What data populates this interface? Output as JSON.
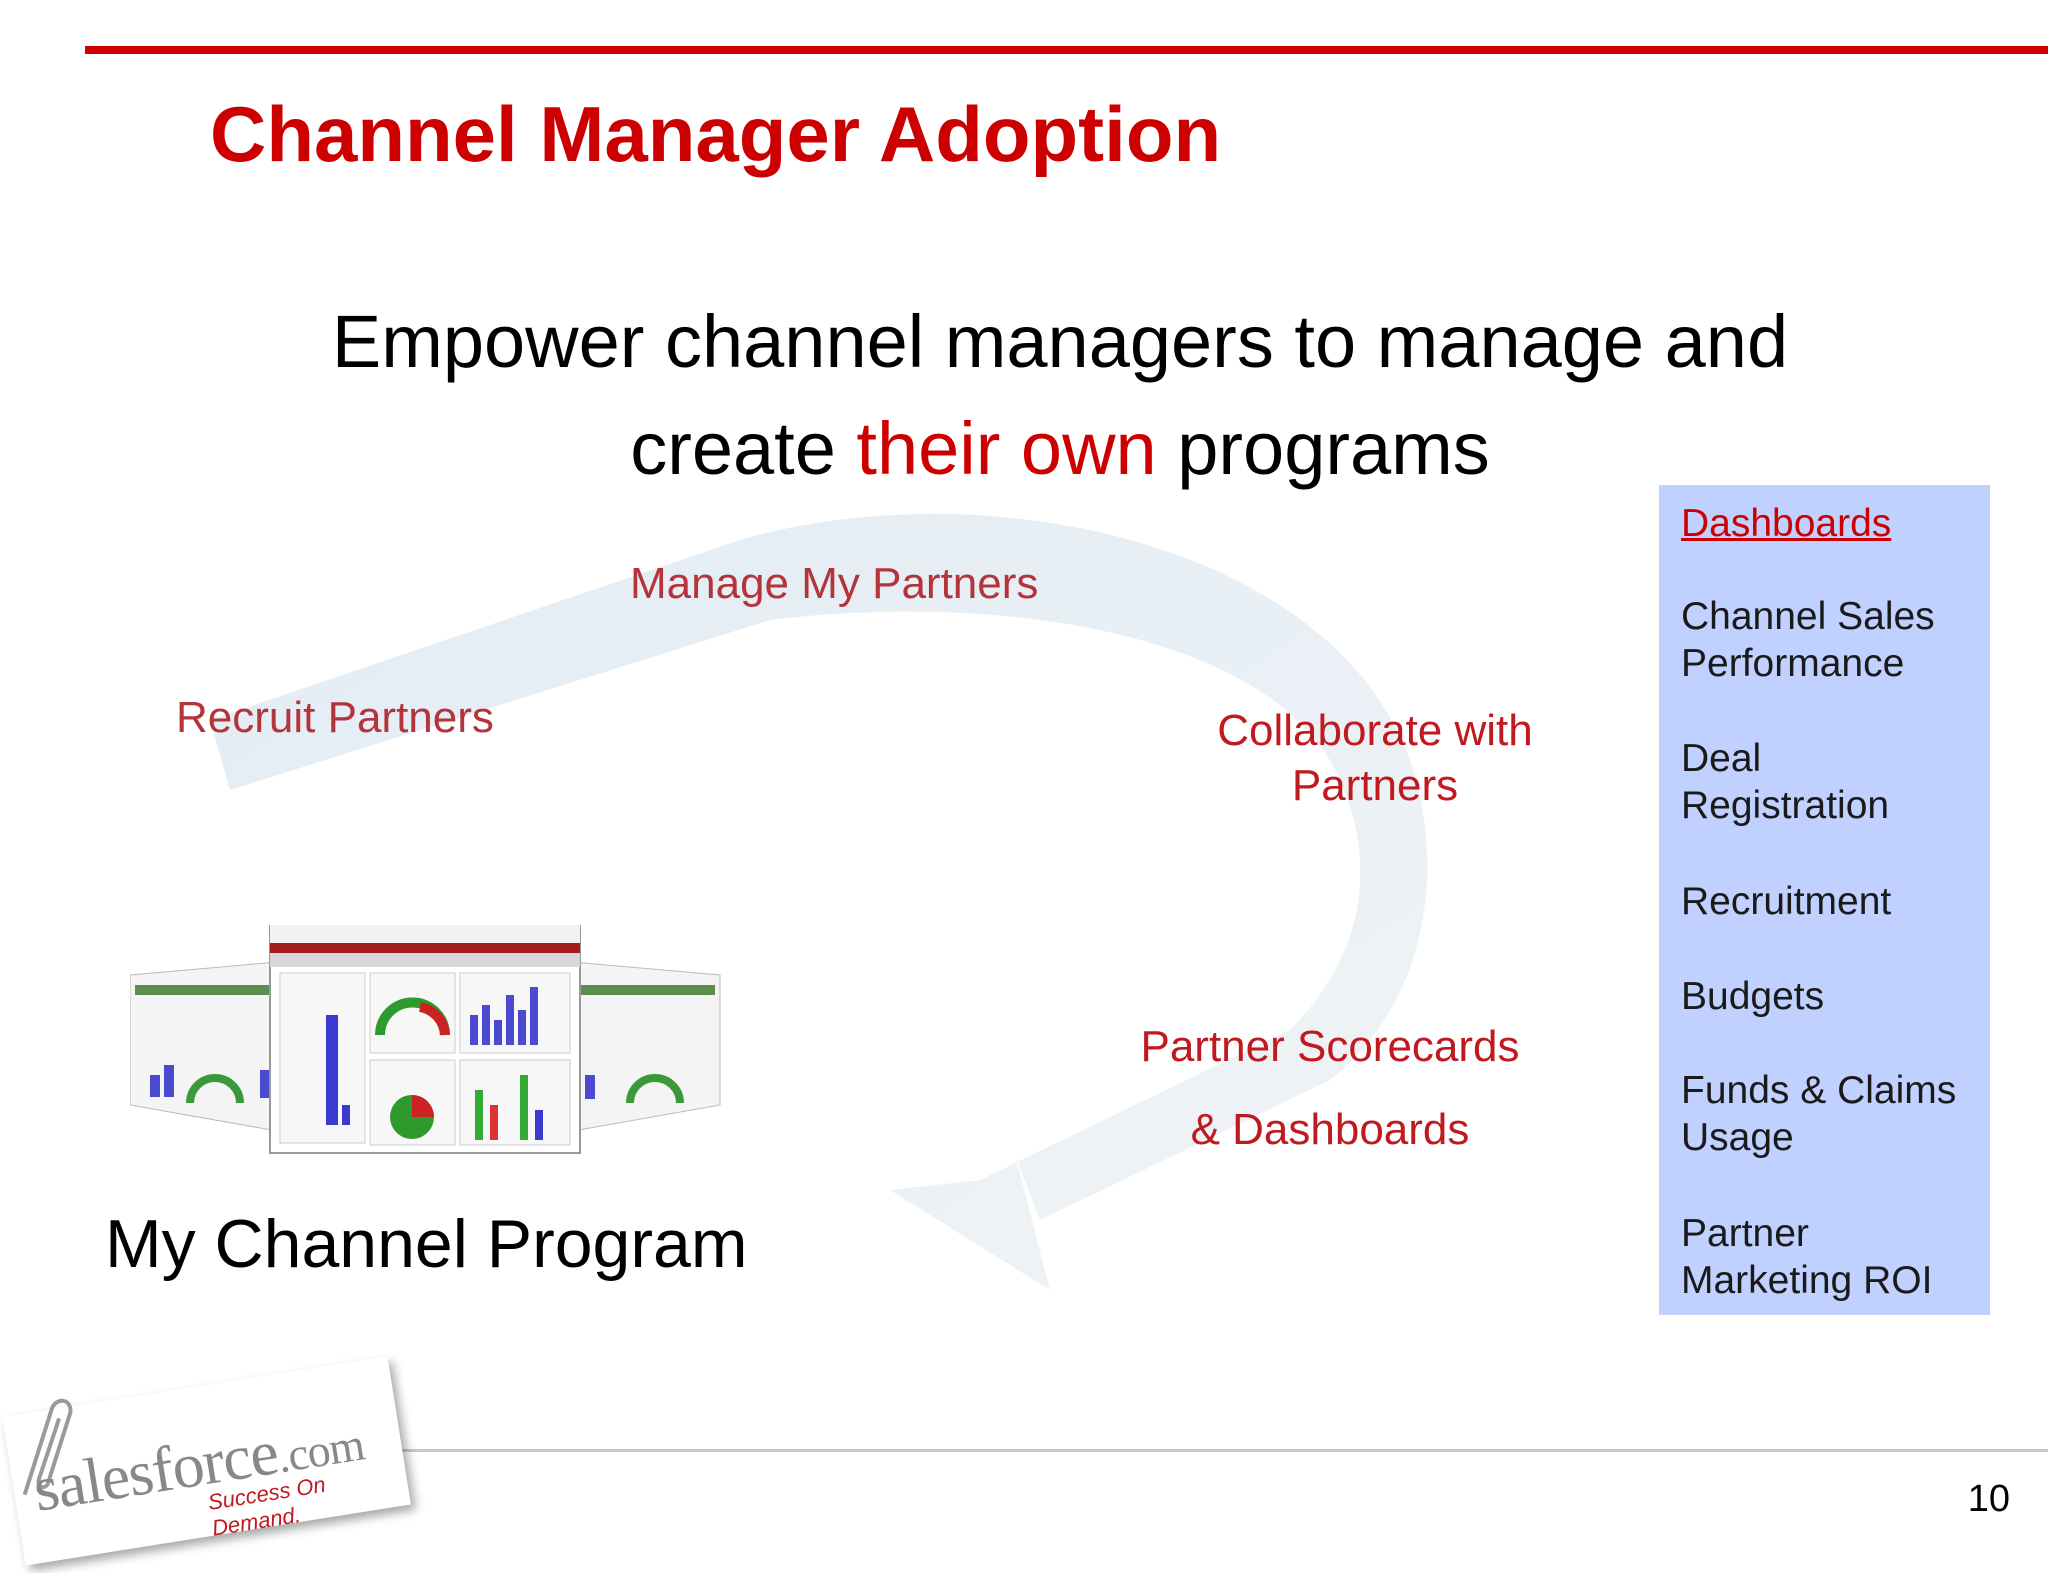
{
  "slide": {
    "title": "Channel Manager Adoption",
    "subtitle_line1": "Empower channel managers to manage and",
    "subtitle_line2_pre": "create ",
    "subtitle_line2_hl": "their own",
    "subtitle_line2_post": " programs",
    "page_number": "10"
  },
  "cycle": {
    "manage": "Manage My Partners",
    "recruit": "Recruit Partners",
    "collaborate_line1": "Collaborate with",
    "collaborate_line2": "Partners",
    "scorecards_line1": "Partner Scorecards",
    "scorecards_line2": "& Dashboards"
  },
  "program_label": "My Channel Program",
  "panel": {
    "items": [
      {
        "line1": "Dashboards",
        "line2": ""
      },
      {
        "line1": "Channel Sales",
        "line2": "Performance"
      },
      {
        "line1": "Deal",
        "line2": "Registration"
      },
      {
        "line1": "Recruitment",
        "line2": ""
      },
      {
        "line1": "Budgets",
        "line2": ""
      },
      {
        "line1": "Funds & Claims",
        "line2": "Usage"
      },
      {
        "line1": "Partner",
        "line2": "Marketing ROI"
      }
    ]
  },
  "logo": {
    "wordmark_a": "salesforce",
    "wordmark_b": ".com",
    "tagline": "Success On Demand."
  },
  "colors": {
    "accent": "#cc0000",
    "panel_bg": "#c0d0ff",
    "arrow_fill": "#dde9f0"
  }
}
